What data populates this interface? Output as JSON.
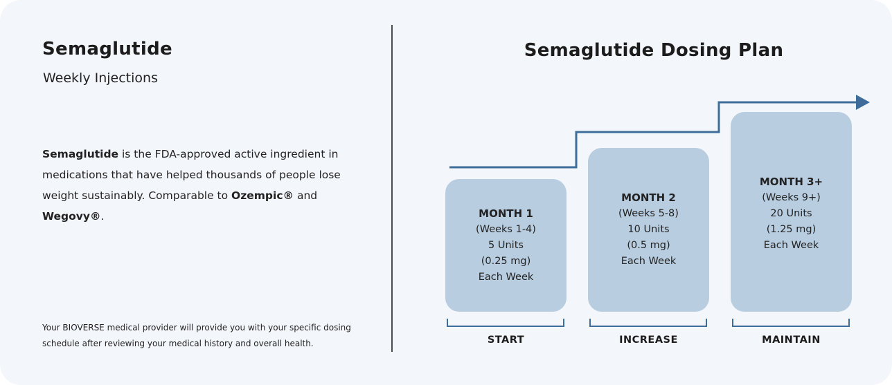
{
  "left": {
    "title": "Semaglutide",
    "subtitle": "Weekly Injections",
    "desc": {
      "b1": "Semaglutide",
      "t1": " is the FDA-approved active ingredient in medications that have helped thousands of people lose weight sustainably. Comparable to ",
      "b2": "Ozempic®",
      "t2": " and ",
      "b3": "Wegovy®",
      "t3": "."
    },
    "note": "Your BIOVERSE medical provider will provide you with your specific dosing schedule after reviewing your medical history and overall health."
  },
  "plan": {
    "title": "Semaglutide Dosing Plan",
    "steps": [
      {
        "month": "MONTH 1",
        "weeks": "(Weeks 1-4)",
        "units": "5 Units",
        "mg": "(0.25 mg)",
        "freq": "Each Week",
        "stage": "START"
      },
      {
        "month": "MONTH 2",
        "weeks": "(Weeks 5-8)",
        "units": "10 Units",
        "mg": "(0.5 mg)",
        "freq": "Each Week",
        "stage": "INCREASE"
      },
      {
        "month": "MONTH 3+",
        "weeks": "(Weeks 9+)",
        "units": "20 Units",
        "mg": "(1.25 mg)",
        "freq": "Each Week",
        "stage": "MAINTAIN"
      }
    ]
  },
  "colors": {
    "background": "#f3f6fa",
    "box": "#b8cde0",
    "accent": "#3e6d9b",
    "divider": "#4b4b4b"
  },
  "icons": {
    "arrow": "step-up-arrow-icon"
  }
}
